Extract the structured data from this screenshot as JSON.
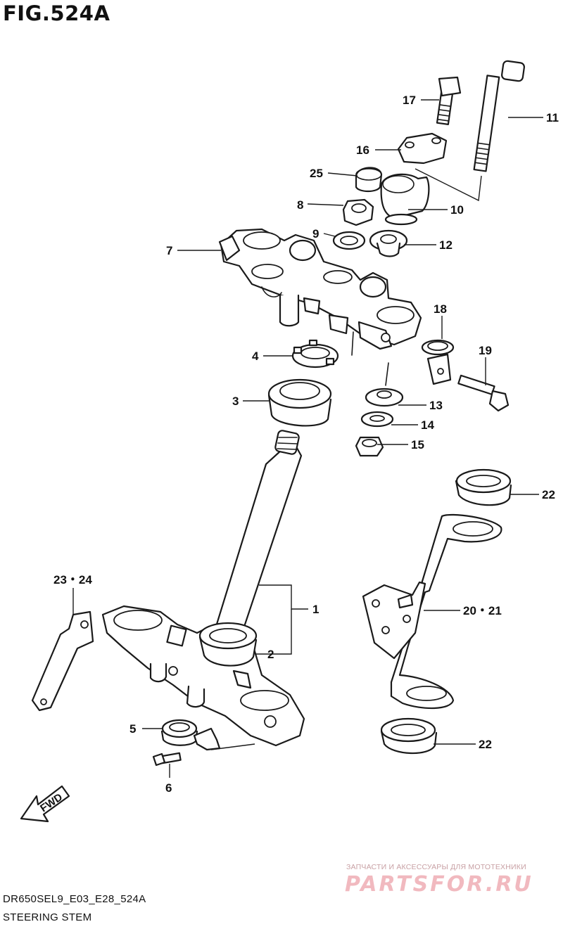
{
  "figure": {
    "title": "FIG.524A",
    "model_code": "DR650SEL9_E03_E28_524A",
    "name": "STEERING STEM"
  },
  "watermark": {
    "tagline": "ЗАПЧАСТИ И АКСЕССУАРЫ ДЛЯ МОТОТЕХНИКИ",
    "logo": "PARTSFOR.RU"
  },
  "fwd_label": "FWD",
  "callouts": {
    "c1": "1",
    "c2": "2",
    "c3": "3",
    "c4": "4",
    "c5": "5",
    "c6": "6",
    "c7": "7",
    "c8": "8",
    "c9": "9",
    "c10": "10",
    "c11": "11",
    "c12": "12",
    "c13": "13",
    "c14": "14",
    "c15": "15",
    "c16": "16",
    "c17": "17",
    "c18": "18",
    "c19": "19",
    "c2021": "20・21",
    "c22a": "22",
    "c22b": "22",
    "c2324": "23・24",
    "c25": "25"
  }
}
